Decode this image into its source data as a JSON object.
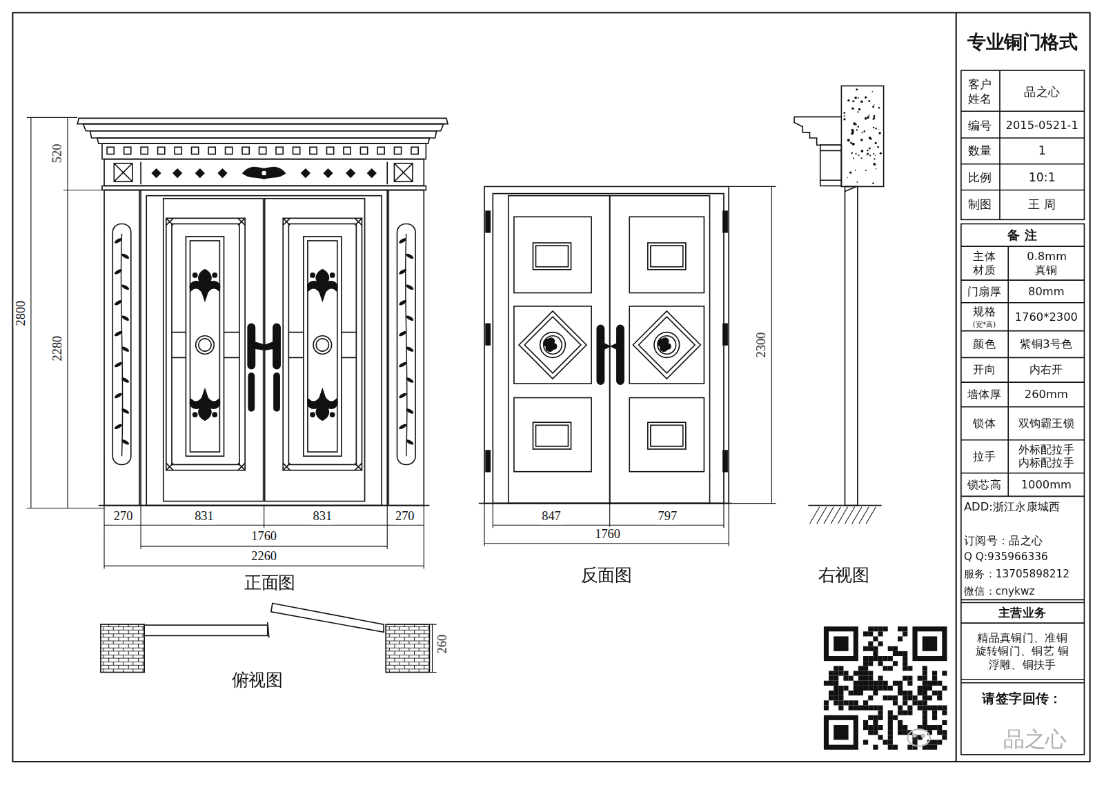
{
  "diagram": {
    "title": "专业铜门格式",
    "labels": [
      "520",
      "2800",
      "2280",
      "270",
      "831",
      "831",
      "270",
      "1760",
      "2260",
      "正面图",
      "2300",
      "847",
      "797",
      "1760",
      "反面图",
      "右视图",
      "俯视图",
      "260",
      "客户姓名",
      "品之心",
      "编号",
      "2015-0521-1",
      "数量",
      "1",
      "比例",
      "10:1",
      "制图",
      "王 周",
      "备 注",
      "主体材质",
      "0.8mm 真铜",
      "门扇厚",
      "80mm",
      "规格",
      "(宽*高)",
      "1760*2300",
      "颜色",
      "紫铜3号色",
      "开向",
      "内右开",
      "墙体厚",
      "260mm",
      "锁体",
      "双钩霸王锁",
      "拉手",
      "外标配拉手 内标配拉手",
      "锁芯高",
      "1000mm",
      "ADD:浙江永康城西",
      "订阅号：品之心",
      "Q Q:935966336",
      "服务：13705898212",
      "微信：cnykwz",
      "主营业务",
      "精品真铜门、准铜 旋转铜门、铜艺 铜浮雕、铜扶手",
      "请签字回传：",
      "品之心"
    ]
  }
}
